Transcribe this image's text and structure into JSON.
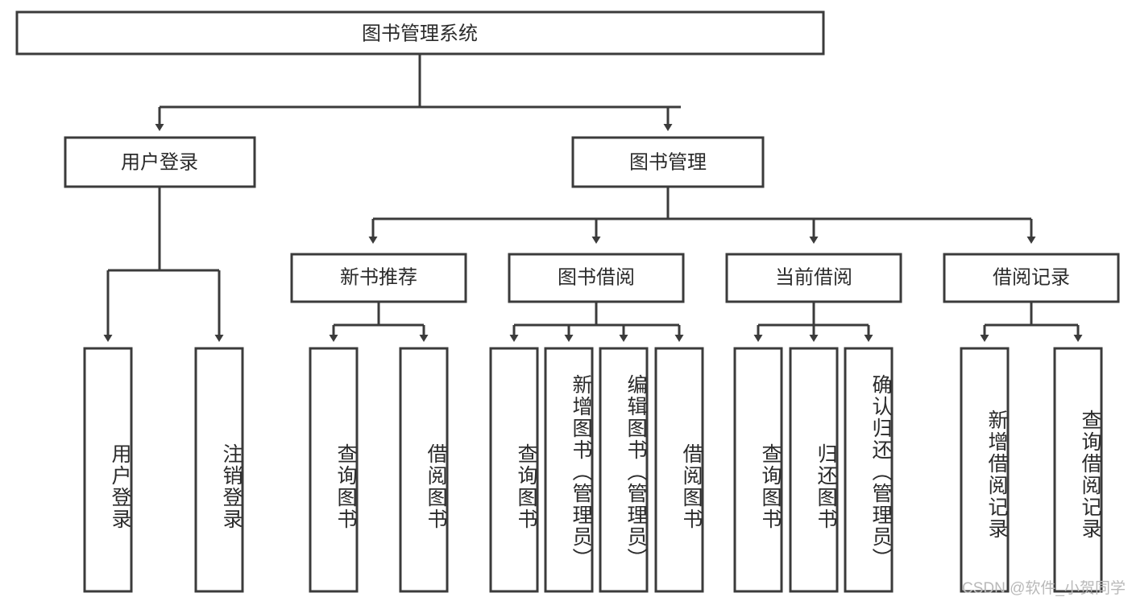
{
  "diagram": {
    "title": "图书管理系统",
    "type": "tree",
    "watermark": "CSDN @软件_小贺同学",
    "colors": {
      "box_stroke": "#3b3b3b",
      "box_fill": "#ffffff",
      "connector": "#3b3b3b",
      "text": "#2b2b2b",
      "watermark": "#b9b9b9",
      "background": "#ffffff"
    },
    "root": {
      "label": "图书管理系统"
    },
    "level1": [
      {
        "id": "user-login",
        "label": "用户登录"
      },
      {
        "id": "book-management",
        "label": "图书管理"
      }
    ],
    "level2": [
      {
        "id": "new-book-recommend",
        "label": "新书推荐"
      },
      {
        "id": "book-borrow",
        "label": "图书借阅"
      },
      {
        "id": "current-borrow",
        "label": "当前借阅"
      },
      {
        "id": "borrow-record",
        "label": "借阅记录"
      }
    ],
    "leaves": {
      "user-login": [
        {
          "id": "leaf-user-login",
          "label": "用户登录"
        },
        {
          "id": "leaf-logout",
          "label": "注销登录"
        }
      ],
      "new-book-recommend": [
        {
          "id": "leaf-query-book-1",
          "label": "查询图书"
        },
        {
          "id": "leaf-borrow-book-1",
          "label": "借阅图书"
        }
      ],
      "book-borrow": [
        {
          "id": "leaf-query-book-2",
          "label": "查询图书"
        },
        {
          "id": "leaf-add-book",
          "label": "新增图书（管理员）"
        },
        {
          "id": "leaf-edit-book",
          "label": "编辑图书（管理员）"
        },
        {
          "id": "leaf-borrow-book-2",
          "label": "借阅图书"
        }
      ],
      "current-borrow": [
        {
          "id": "leaf-query-book-3",
          "label": "查询图书"
        },
        {
          "id": "leaf-return-book",
          "label": "归还图书"
        },
        {
          "id": "leaf-confirm-return",
          "label": "确认归还（管理员）"
        }
      ],
      "borrow-record": [
        {
          "id": "leaf-add-record",
          "label": "新增借阅记录"
        },
        {
          "id": "leaf-query-record",
          "label": "查询借阅记录"
        }
      ]
    }
  }
}
